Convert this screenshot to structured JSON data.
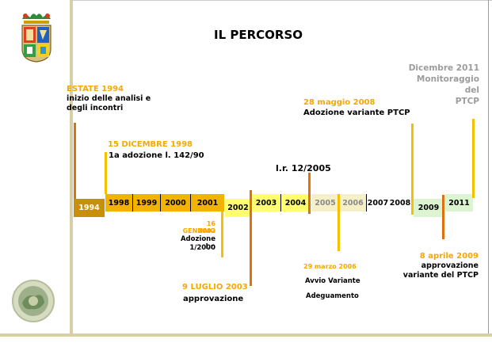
{
  "title": "IL PERCORSO",
  "years": [
    {
      "label": "1994",
      "color": "#c8900a",
      "text_color": "#ffffff"
    },
    {
      "label": "1998",
      "color": "#f2b200",
      "text_color": "#000000"
    },
    {
      "label": "1999",
      "color": "#f2b200",
      "text_color": "#000000"
    },
    {
      "label": "2000",
      "color": "#f2b200",
      "text_color": "#000000"
    },
    {
      "label": "2001",
      "color": "#f2b200",
      "text_color": "#000000"
    },
    {
      "label": "2002",
      "color": "#ffff70",
      "text_color": "#000000"
    },
    {
      "label": "2003",
      "color": "#ffff70",
      "text_color": "#000000"
    },
    {
      "label": "2004",
      "color": "#ffff70",
      "text_color": "#000000"
    },
    {
      "label": "2005",
      "color": "#f5f0c8",
      "text_color": "#8a8a8a"
    },
    {
      "label": "2006",
      "color": "#f5f0c8",
      "text_color": "#8a8a8a"
    },
    {
      "label": "2007",
      "color": "#ffffff",
      "text_color": "#000000"
    },
    {
      "label": "2008",
      "color": "#ffffff",
      "text_color": "#000000"
    },
    {
      "label": "2009",
      "color": "#dcf5d0",
      "text_color": "#000000"
    },
    {
      "label": "2011",
      "color": "#dcf5d0",
      "text_color": "#000000"
    }
  ],
  "events": {
    "e1994": {
      "date": "ESTATE 1994",
      "text1": "inizio delle analisi e",
      "text2": "degli incontri"
    },
    "e1998": {
      "date": "15 DICEMBRE 1998",
      "text": "1a adozione l. 142/90"
    },
    "e2002": {
      "date1": "16 GENNAIO",
      "date2": "2002",
      "text1": "Adozione l.r.",
      "text2": "1/2000"
    },
    "e2003": {
      "date": "9 LUGLIO 2003",
      "text": "approvazione"
    },
    "e2005": {
      "text": "l.r. 12/2005"
    },
    "e2006": {
      "date": "29 marzo 2006",
      "text1": "Avvio Variante",
      "text2": "Adeguamento"
    },
    "e2008": {
      "date": "28 maggio 2008",
      "text": "Adozione variante PTCP"
    },
    "e2009": {
      "date": "8 aprile 2009",
      "text1": "approvazione",
      "text2": "variante del PTCP"
    },
    "e2011": {
      "line1": "Dicembre 2011",
      "line2": "Monitoraggio",
      "line3": "del",
      "line4": "PTCP"
    }
  },
  "colors": {
    "accent_orange": "#f5a800",
    "marker_orange": "#e07010",
    "marker_yellow": "#f5c000",
    "grey_text": "#9c9c9c"
  },
  "icons": {
    "crest": "coat-of-arms-icon",
    "seal": "round-seal-icon"
  }
}
